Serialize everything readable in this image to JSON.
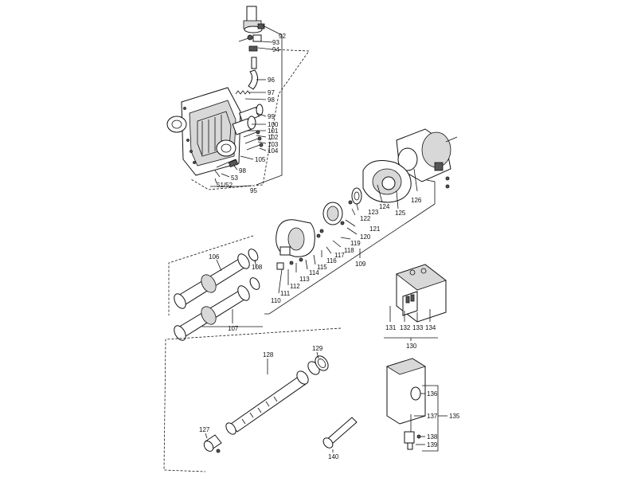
{
  "diagram": {
    "callouts": {
      "c92": "92",
      "c93": "93",
      "c94": "94",
      "c96": "96",
      "c97": "97",
      "c98a": "98",
      "c99": "99",
      "c100": "100",
      "c101": "101",
      "c102": "102",
      "c103": "103",
      "c104": "104",
      "c105": "105",
      "c98b": "98",
      "c53": "53",
      "c5152": "51/52",
      "c95": "95",
      "c126": "126",
      "c125": "125",
      "c124": "124",
      "c123": "123",
      "c122": "122",
      "c121": "121",
      "c120": "120",
      "c119": "119",
      "c118": "118",
      "c117": "117",
      "c116": "116",
      "c115": "115",
      "c114": "114",
      "c113": "113",
      "c112": "112",
      "c111": "111",
      "c110": "110",
      "c109": "109",
      "c106": "106",
      "c108": "108",
      "c107": "107",
      "c131": "131",
      "c132": "132",
      "c133": "133",
      "c134": "134",
      "c130": "130",
      "c128": "128",
      "c129": "129",
      "c127": "127",
      "c140": "140",
      "c136": "136",
      "c137": "137",
      "c135": "135",
      "c138": "138",
      "c139": "139"
    }
  }
}
